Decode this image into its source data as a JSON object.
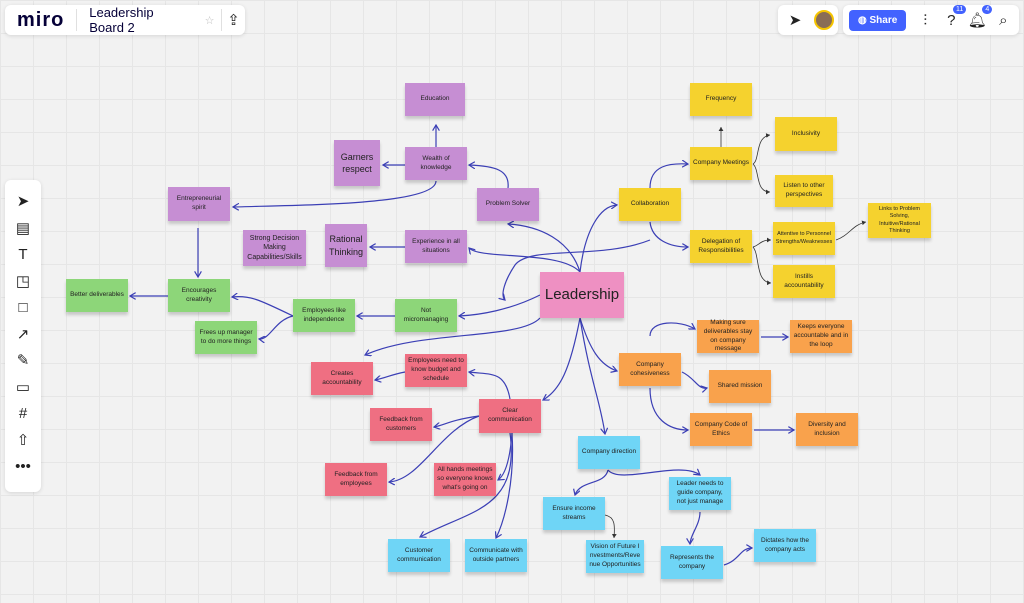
{
  "header": {
    "logo": "miro",
    "board_title": "Leadership Board 2",
    "share_label": "Share",
    "help_count": "11",
    "notif_count": "4"
  },
  "toolbar": [
    "select",
    "templates",
    "text",
    "sticky-note",
    "shape",
    "arrow",
    "pen",
    "comment",
    "frame",
    "upload",
    "more"
  ],
  "notes": {
    "education": "Education",
    "wealth": "Wealth of knowledge",
    "garners": "Garners respect",
    "problem": "Problem Solver",
    "entre": "Entrepreneurial spirit",
    "experience": "Experience in all situations",
    "rational": "Rational Thinking",
    "strong": "Strong Decision Making Capabilities/Skills",
    "frequency": "Frequency",
    "meetings": "Company Meetings",
    "inclusivity": "Inclusivity",
    "listen": "Listen to other perspectives",
    "collab": "Collaboration",
    "delegation": "Delegation of Responsibilities",
    "attentive": "Attentive to Personnel Strengths/Weaknesses",
    "links": "Links to Problem Solving, Intuitive/Rational Thinking",
    "instills": "Instills accountability",
    "leadership": "Leadership",
    "better": "Better deliverables",
    "encourages": "Encourages creativity",
    "frees": "Frees up manager to do more things",
    "independence": "Employees like independence",
    "micromanaging": "Not micromanaging",
    "budget": "Employees need to know budget and schedule",
    "creates": "Creates accountability",
    "clear": "Clear communication",
    "fb_customers": "Feedback from customers",
    "fb_employees": "Feedback from employees",
    "allhands": "All hands meetings so everyone knows what's going on",
    "making": "Making sure deliverables stay on company message",
    "keeps": "Keeps everyone accountable and in the loop",
    "cohesiveness": "Company cohesiveness",
    "shared": "Shared mission",
    "ethics": "Company Code of Ethics",
    "diversity": "Diversity and inclusion",
    "direction": "Company direction",
    "leader_guide": "Leader needs to guide company, not just manage",
    "income": "Ensure income streams",
    "customer_comm": "Customer communication",
    "outside": "Communicate with outside partners",
    "vision": "Vision of Future Investments/Revenue Opportunities",
    "represents": "Represents the company",
    "dictates": "Dictates how the company acts"
  }
}
